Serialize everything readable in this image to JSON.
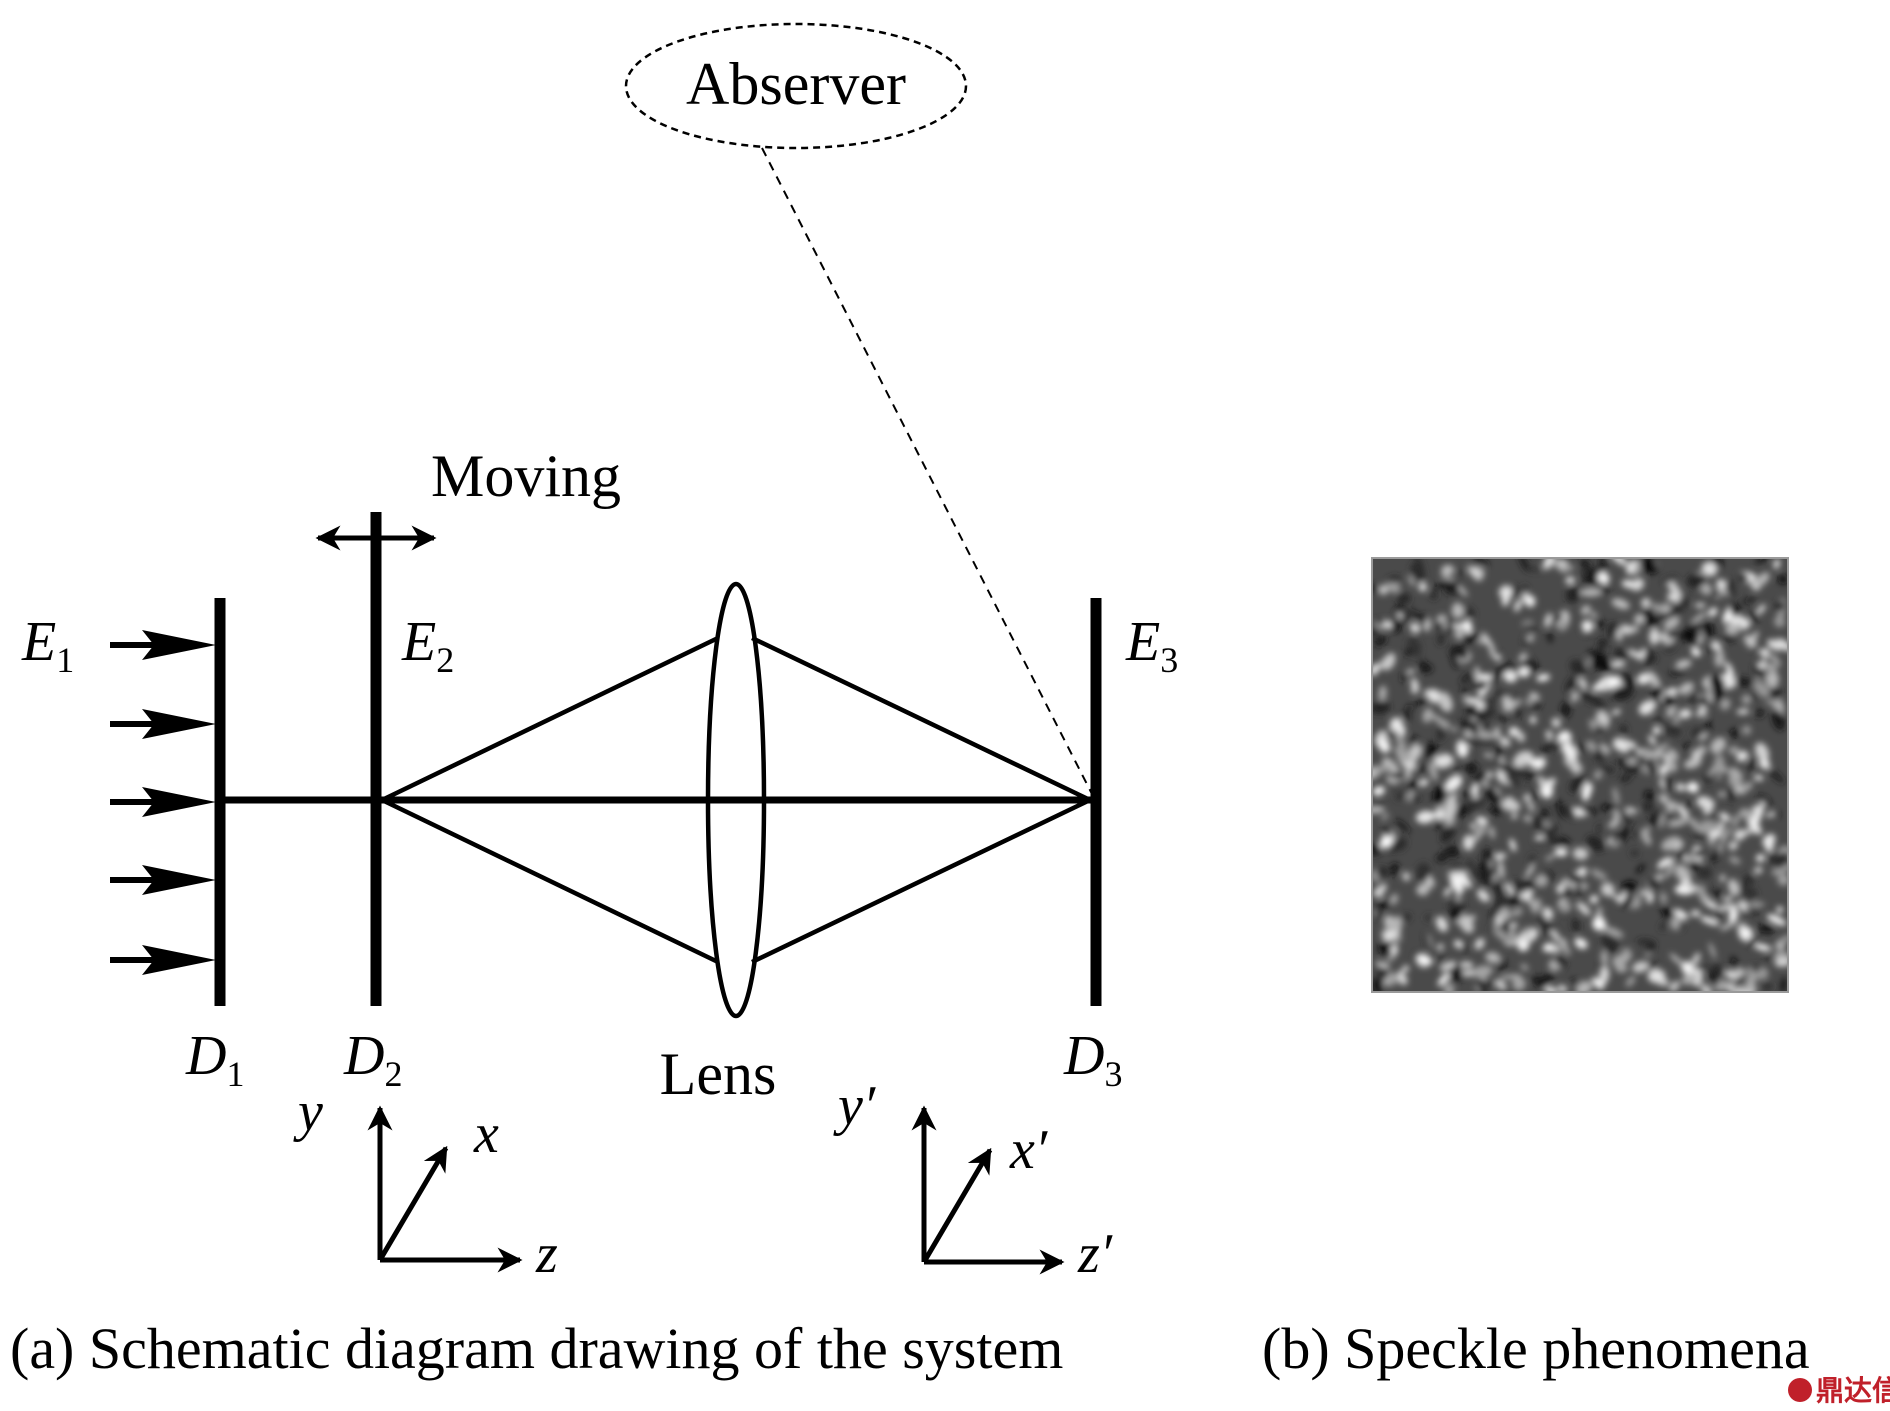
{
  "diagram": {
    "observer_label": "Abserver",
    "moving_label": "Moving",
    "lens_label": "Lens",
    "fields": [
      {
        "main": "E",
        "sub": "1"
      },
      {
        "main": "E",
        "sub": "2"
      },
      {
        "main": "E",
        "sub": "3"
      }
    ],
    "planes": [
      {
        "main": "D",
        "sub": "1"
      },
      {
        "main": "D",
        "sub": "2"
      },
      {
        "main": "D",
        "sub": "3"
      }
    ],
    "axes_input": {
      "x": "x",
      "y": "y",
      "z": "z"
    },
    "axes_output": {
      "x": "x′",
      "y": "y′",
      "z": "z′"
    }
  },
  "captions": {
    "a": "(a) Schematic diagram drawing of the system",
    "b": "(b) Speckle phenomena"
  },
  "watermark": "鼎达信",
  "colors": {
    "ink": "#000000",
    "watermark": "#c0202a"
  }
}
